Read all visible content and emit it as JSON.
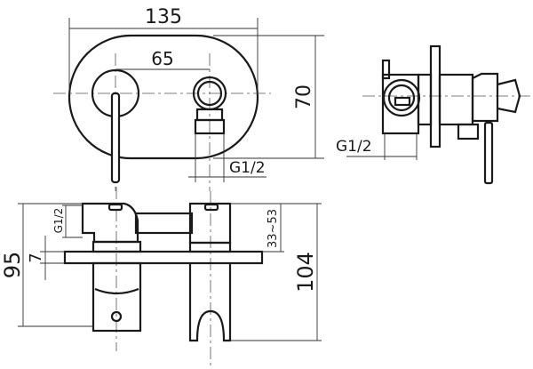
{
  "dimensions": {
    "width_total": "135",
    "center_distance": "65",
    "height_plate": "70",
    "thread_front": "G1/2",
    "thread_side": "G1/2",
    "thread_top": "G1/2",
    "depth_left": "95",
    "plate_thickness": "7",
    "wall_range": "33~53",
    "depth_right": "104"
  },
  "colors": {
    "line": "#1a1a1a",
    "background": "#ffffff"
  }
}
